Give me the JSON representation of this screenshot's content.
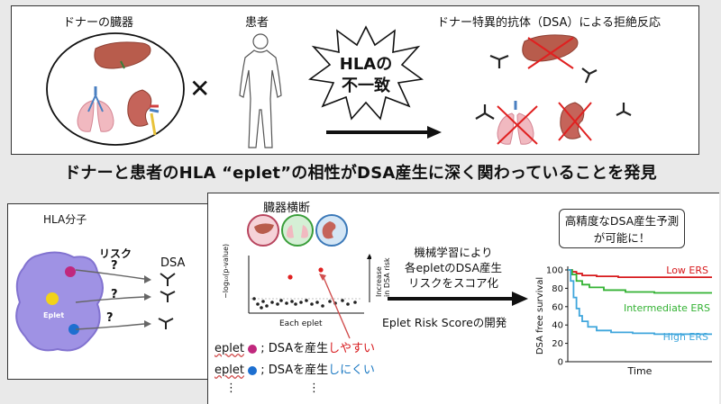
{
  "top": {
    "donor_organs_label": "ドナーの臓器",
    "patient_label": "患者",
    "times_symbol": "✕",
    "mismatch_line1": "HLAの",
    "mismatch_line2": "不一致",
    "rejection_label": "ドナー特異的抗体（DSA）による拒絶反応"
  },
  "headline": "ドナーと患者のHLA “eplet”の相性がDSA産生に深く関わっていることを発見",
  "left": {
    "title": "HLA分子",
    "risk_label": "リスク",
    "q1": "?",
    "q2": "?",
    "q3": "?",
    "dsa_label": "DSA",
    "eplet_label": "Eplet"
  },
  "middle": {
    "organ_cross_label": "臓器横断",
    "y_axis_label": "−log₁₀(p-value)",
    "increase_label_1": "Increase",
    "increase_label_2": "in DSA risk",
    "x_axis_label": "Each eplet",
    "legend1_eplet": "eplet",
    "legend1_text": "; DSAを産生",
    "legend1_emph": "しやすい",
    "legend2_eplet": "eplet",
    "legend2_text": "; DSAを産生",
    "legend2_emph": "しにくい",
    "ellipsis": "⋮"
  },
  "arrow_text": {
    "line1": "機械学習により",
    "line2": "各epletのDSA産生",
    "line3": "リスクをスコア化",
    "line4": "Eplet Risk Scoreの開発"
  },
  "right": {
    "title_line1": "高精度なDSA産生予測",
    "title_line2": "が可能に！"
  },
  "chart_data": {
    "type": "line",
    "xlabel": "Time",
    "ylabel": "DSA free survival",
    "ylim": [
      0,
      100
    ],
    "yticks": [
      0,
      20,
      40,
      60,
      80,
      100
    ],
    "grid": false,
    "legend": "inline-right",
    "series": [
      {
        "name": "Low ERS",
        "color": "#d7191c",
        "x": [
          0,
          3,
          6,
          10,
          20,
          35,
          60,
          100
        ],
        "values": [
          100,
          98,
          96,
          94,
          93,
          92,
          92,
          92
        ]
      },
      {
        "name": "Intermediate ERS",
        "color": "#33b233",
        "x": [
          0,
          3,
          6,
          10,
          15,
          25,
          40,
          60,
          100
        ],
        "values": [
          100,
          95,
          88,
          84,
          81,
          78,
          76,
          75,
          75
        ]
      },
      {
        "name": "High ERS",
        "color": "#3fa6dc",
        "x": [
          0,
          2,
          4,
          6,
          8,
          10,
          14,
          20,
          30,
          45,
          60,
          80,
          100
        ],
        "values": [
          100,
          88,
          70,
          58,
          50,
          44,
          38,
          34,
          32,
          31,
          30,
          30,
          30
        ]
      }
    ]
  }
}
